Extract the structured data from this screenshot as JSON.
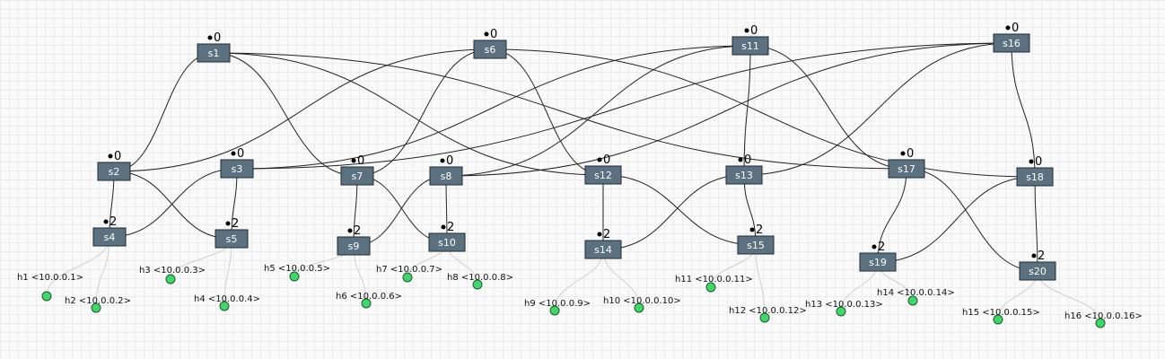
{
  "switches": [
    {
      "id": "s1",
      "label": "s1",
      "badge": "0"
    },
    {
      "id": "s6",
      "label": "s6",
      "badge": "0"
    },
    {
      "id": "s11",
      "label": "s11",
      "badge": "0"
    },
    {
      "id": "s16",
      "label": "s16",
      "badge": "0"
    },
    {
      "id": "s2",
      "label": "s2",
      "badge": "0"
    },
    {
      "id": "s3",
      "label": "s3",
      "badge": "0"
    },
    {
      "id": "s7",
      "label": "s7",
      "badge": "0"
    },
    {
      "id": "s8",
      "label": "s8",
      "badge": "0"
    },
    {
      "id": "s12",
      "label": "s12",
      "badge": "0"
    },
    {
      "id": "s13",
      "label": "s13",
      "badge": "0"
    },
    {
      "id": "s17",
      "label": "s17",
      "badge": "0"
    },
    {
      "id": "s18",
      "label": "s18",
      "badge": "0"
    },
    {
      "id": "s4",
      "label": "s4",
      "badge": "2"
    },
    {
      "id": "s5",
      "label": "s5",
      "badge": "2"
    },
    {
      "id": "s9",
      "label": "s9",
      "badge": "2"
    },
    {
      "id": "s10",
      "label": "s10",
      "badge": "2"
    },
    {
      "id": "s14",
      "label": "s14",
      "badge": "2"
    },
    {
      "id": "s15",
      "label": "s15",
      "badge": "2"
    },
    {
      "id": "s19",
      "label": "s19",
      "badge": "2"
    },
    {
      "id": "s20",
      "label": "s20",
      "badge": "2"
    }
  ],
  "hosts": [
    {
      "id": "h1",
      "label": "h1 <10.0.0.1>",
      "switch": "s4"
    },
    {
      "id": "h2",
      "label": "h2 <10.0.0.2>",
      "switch": "s4"
    },
    {
      "id": "h3",
      "label": "h3 <10.0.0.3>",
      "switch": "s5"
    },
    {
      "id": "h4",
      "label": "h4 <10.0.0.4>",
      "switch": "s5"
    },
    {
      "id": "h5",
      "label": "h5 <10.0.0.5>",
      "switch": "s9"
    },
    {
      "id": "h6",
      "label": "h6 <10.0.0.6>",
      "switch": "s9"
    },
    {
      "id": "h7",
      "label": "h7 <10.0.0.7>",
      "switch": "s10"
    },
    {
      "id": "h8",
      "label": "h8 <10.0.0.8>",
      "switch": "s10"
    },
    {
      "id": "h9",
      "label": "h9 <10.0.0.9>",
      "switch": "s14"
    },
    {
      "id": "h10",
      "label": "h10 <10.0.0.10>",
      "switch": "s14"
    },
    {
      "id": "h11",
      "label": "h11 <10.0.0.11>",
      "switch": "s15"
    },
    {
      "id": "h12",
      "label": "h12 <10.0.0.12>",
      "switch": "s15"
    },
    {
      "id": "h13",
      "label": "h13 <10.0.0.13>",
      "switch": "s19"
    },
    {
      "id": "h14",
      "label": "h14 <10.0.0.14>",
      "switch": "s19"
    },
    {
      "id": "h15",
      "label": "h15 <10.0.0.15>",
      "switch": "s20"
    },
    {
      "id": "h16",
      "label": "h16 <10.0.0.16>",
      "switch": "s20"
    }
  ],
  "links": [
    [
      "s1",
      "s2"
    ],
    [
      "s1",
      "s7"
    ],
    [
      "s1",
      "s12"
    ],
    [
      "s1",
      "s17"
    ],
    [
      "s6",
      "s2"
    ],
    [
      "s6",
      "s7"
    ],
    [
      "s6",
      "s12"
    ],
    [
      "s6",
      "s18"
    ],
    [
      "s11",
      "s3"
    ],
    [
      "s11",
      "s8"
    ],
    [
      "s11",
      "s13"
    ],
    [
      "s11",
      "s17"
    ],
    [
      "s16",
      "s3"
    ],
    [
      "s16",
      "s8"
    ],
    [
      "s16",
      "s13"
    ],
    [
      "s16",
      "s18"
    ],
    [
      "s2",
      "s4"
    ],
    [
      "s2",
      "s5"
    ],
    [
      "s3",
      "s4"
    ],
    [
      "s3",
      "s5"
    ],
    [
      "s7",
      "s9"
    ],
    [
      "s7",
      "s10"
    ],
    [
      "s8",
      "s9"
    ],
    [
      "s8",
      "s10"
    ],
    [
      "s12",
      "s14"
    ],
    [
      "s12",
      "s15"
    ],
    [
      "s13",
      "s14"
    ],
    [
      "s13",
      "s15"
    ],
    [
      "s17",
      "s19"
    ],
    [
      "s17",
      "s20"
    ],
    [
      "s18",
      "s19"
    ],
    [
      "s18",
      "s20"
    ]
  ],
  "colors": {
    "switch_fill": "#5c7180",
    "host_fill": "#3fd66a",
    "switch_link": "#222222",
    "host_link": "#cfcfcf"
  }
}
